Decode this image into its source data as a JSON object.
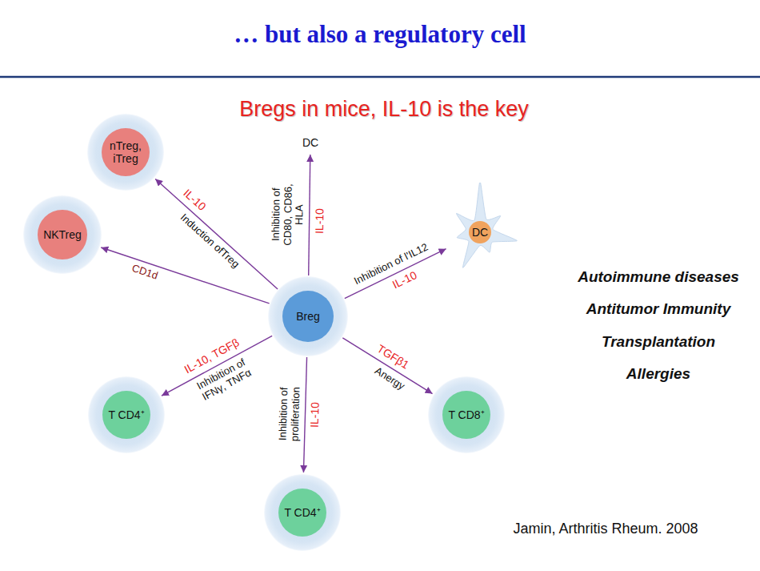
{
  "diagram": {
    "title": "… but also a regulatory cell",
    "nodes": [
      {
        "text": [
          "nTreg, iTreg"
        ]
      },
      {
        "text": [
          "DC"
        ]
      },
      {
        "text": [
          "NKTreg"
        ]
      },
      {
        "text": [
          "DC"
        ]
      },
      {
        "text": [
          "Breg"
        ]
      },
      {
        "text": [
          "T CD4⁺"
        ]
      },
      {
        "text": [
          "T CD8⁺"
        ]
      },
      {
        "text": [
          "T CD4⁺"
        ]
      }
    ],
    "edges": [
      {
        "from": 4,
        "to": 0,
        "arrow": "to",
        "label": "Induction ofTreg"
      },
      {
        "from": 4,
        "to": 2,
        "arrow": "to",
        "label": "CD1d"
      },
      {
        "from": 4,
        "to": 1,
        "arrow": "to",
        "label": "Inhibition of CD80, CD86, HLA"
      },
      {
        "from": 4,
        "to": 3,
        "arrow": "to",
        "label": "Inhibition of l'IL12"
      },
      {
        "from": 4,
        "to": 5,
        "arrow": "to",
        "label": "Inhibition of IFNγ, TNFα"
      },
      {
        "from": 4,
        "to": 7,
        "arrow": "to",
        "label": "Inhibition of proliferation"
      },
      {
        "from": 4,
        "to": 6,
        "arrow": "to",
        "label": "Anergy"
      }
    ],
    "labels": [
      "Bregs in mice, IL-10 is the key",
      "IL-10",
      "IL-10",
      "IL-10",
      "IL-10, TGFβ",
      "IL-10",
      "TGFβ1",
      "Autoimmune diseases",
      "Antitumor Immunity",
      "Transplantation",
      "Allergies",
      "Jamin, Arthritis Rheum. 2008"
    ]
  }
}
